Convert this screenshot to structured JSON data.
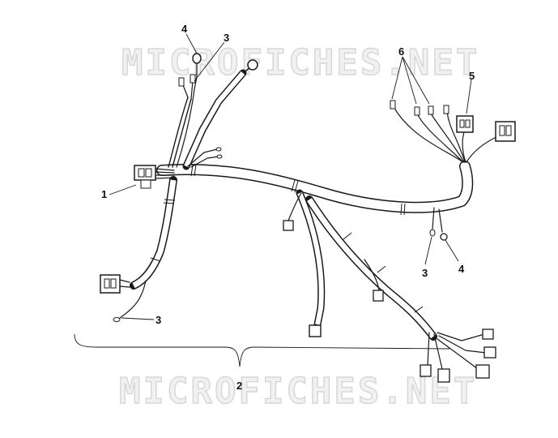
{
  "watermark": {
    "top": "MICROFICHES.NET",
    "bottom": "MICROFICHES.NET"
  },
  "callouts": {
    "c1": "1",
    "c2": "2",
    "c3_top": "3",
    "c3_right": "3",
    "c3_left": "3",
    "c4_top": "4",
    "c4_right": "4",
    "c5": "5",
    "c6": "6"
  }
}
